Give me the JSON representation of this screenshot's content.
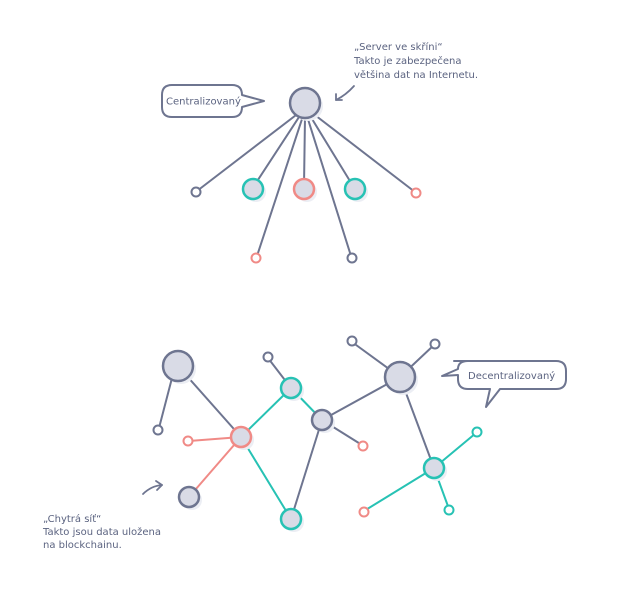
{
  "centralized": {
    "bubble_label": "Centralizovaný",
    "caption_lines": [
      "„Server ve skříni“",
      "Takto je zabezpečena",
      "většina dat na Internetu."
    ]
  },
  "decentralized": {
    "bubble_label": "Decentralizovaný",
    "caption_lines": [
      "„Chytrá síť“",
      "Takto jsou data uložena",
      "na blockchainu."
    ]
  },
  "colors": {
    "slate": "#6e7590",
    "teal": "#27c2b4",
    "coral": "#f08a86",
    "fill_grey": "#d9dbe6",
    "shadow": "#eceef4"
  }
}
